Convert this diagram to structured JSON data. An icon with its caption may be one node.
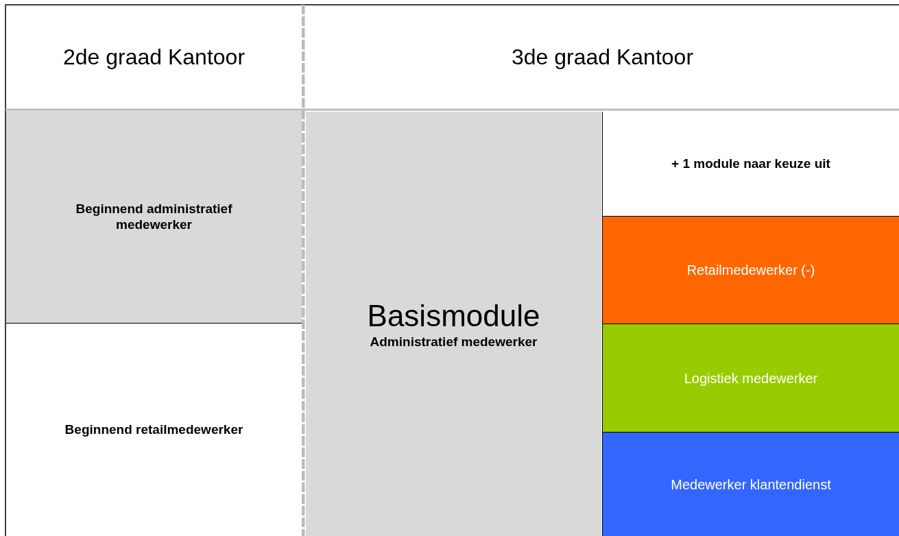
{
  "diagram": {
    "nodes": [
      {
        "text": [
          "2de graad Kantoor"
        ]
      },
      {
        "text": [
          "3de graad Kantoor"
        ]
      },
      {
        "text": [
          "Beginnend administratief medewerker"
        ]
      },
      {
        "text": [
          "Beginnend retailmedewerker"
        ]
      },
      {
        "text": [
          "Basismodule",
          "Administratief medewerker"
        ]
      },
      {
        "text": [
          "+ 1 module naar keuze uit"
        ]
      },
      {
        "text": [
          "Retailmedewerker (-)"
        ]
      },
      {
        "text": [
          "Logistiek medewerker"
        ]
      },
      {
        "text": [
          "Medewerker klantendienst"
        ]
      }
    ]
  }
}
